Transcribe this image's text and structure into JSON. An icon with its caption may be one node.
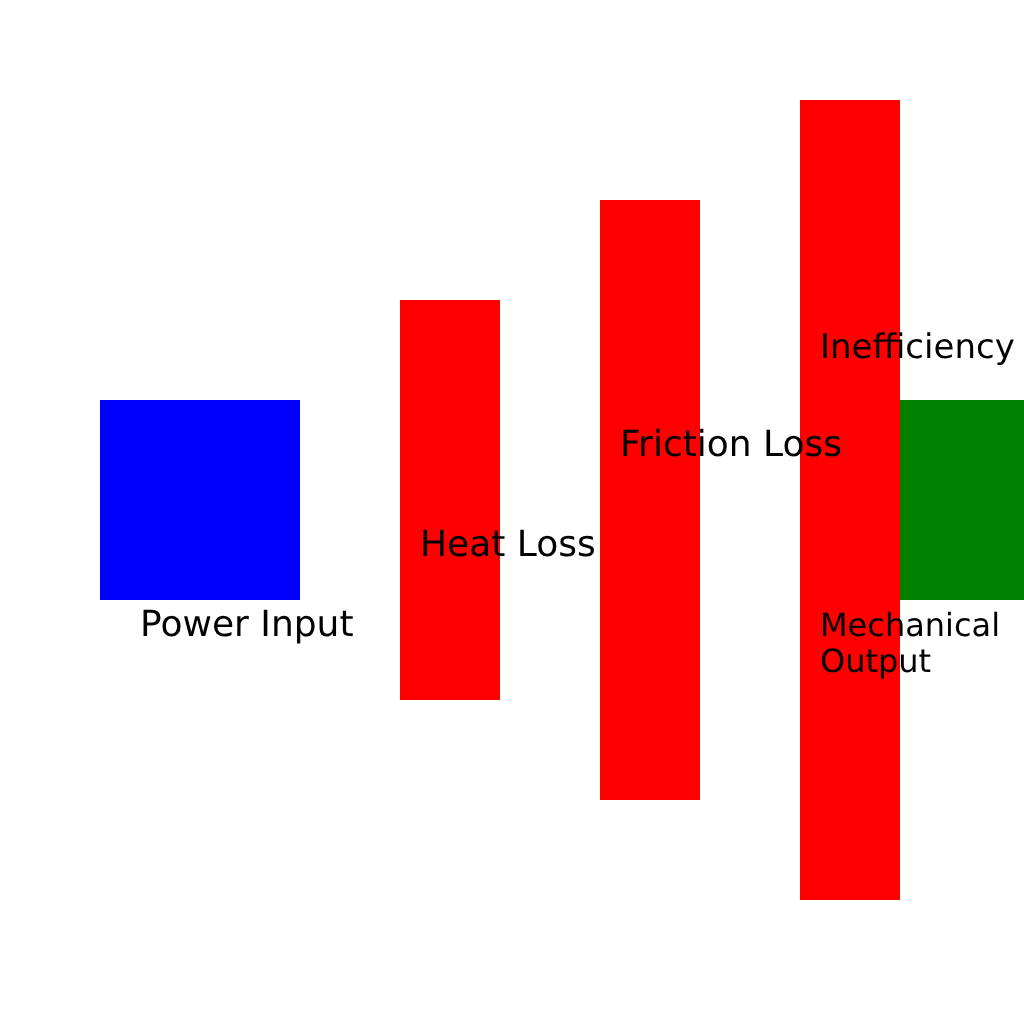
{
  "diagram": {
    "nodes": [
      {
        "text": [
          "Power Input"
        ]
      },
      {
        "text": [
          "Heat Loss"
        ]
      },
      {
        "text": [
          "Friction Loss"
        ]
      },
      {
        "text": [
          "Inefficiency"
        ]
      },
      {
        "text": [
          "Mechanical Output"
        ]
      }
    ]
  }
}
